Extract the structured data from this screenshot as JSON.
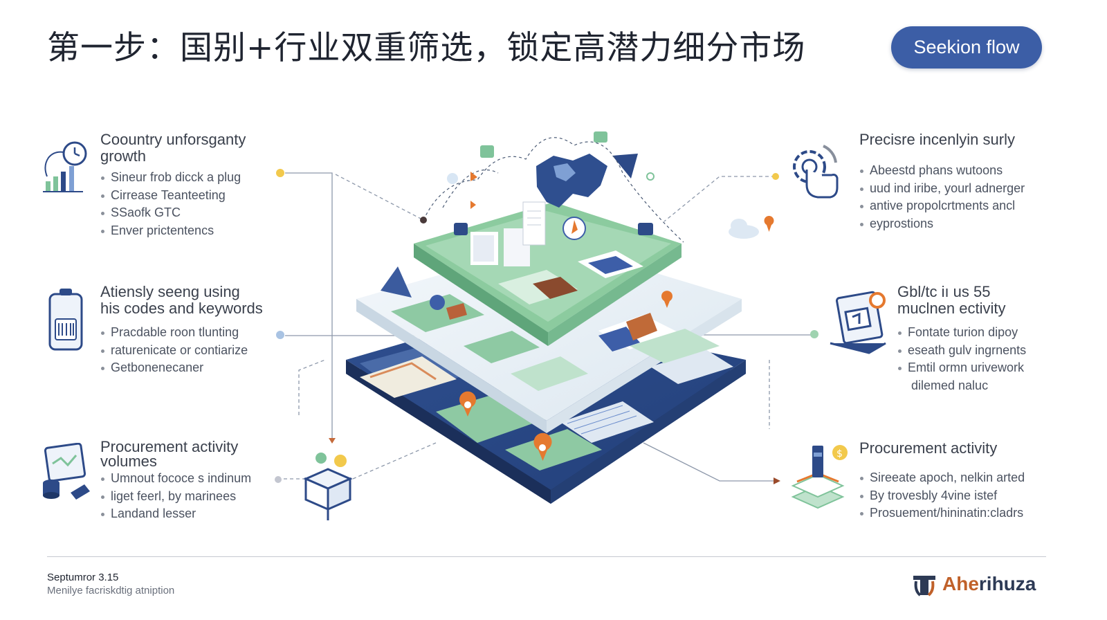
{
  "header": {
    "title": "第一步：国别+行业双重筛选，锁定高潜力细分市场",
    "flow_button": "Seekion flow"
  },
  "blocks": {
    "top_left": {
      "heading_line1": "Coountry unforsganty",
      "heading_line2": "growth",
      "items": [
        "Sineur frob dicck a plug",
        "Cirrease Teanteeting",
        "SSaofk GTC",
        "Enver prictentencs"
      ]
    },
    "mid_left": {
      "heading_line1": "Atiensly seeng using",
      "heading_line2": "his codes and keywords",
      "items": [
        "Pracdable roon tlunting",
        "raturenicate or contiarize",
        "Getbonenecaner"
      ]
    },
    "bot_left": {
      "heading_line1": "Procurement activity",
      "heading_line2": "volumes",
      "items": [
        "Umnout fococe s indinum",
        "liget feerl, by marinees",
        "Landand lesser"
      ]
    },
    "top_right": {
      "heading_line1": "Precisre incenlyin surly",
      "items": [
        "Abeestd phans wutoons",
        "uud ind iribe, yourl adnerger",
        "antive propolcrtments ancl",
        "eyprostions"
      ]
    },
    "mid_right": {
      "heading_line1": "Gbl/tc iı us 55",
      "heading_line2": "muclnen ectivity",
      "items": [
        "Fontate turion dipoy",
        "eseath gulv ingrnents",
        "Emtil ormn urivework"
      ],
      "items_cont": "dilemed naluc"
    },
    "bot_right": {
      "heading_line1": "Procurement activity",
      "items": [
        "Sireeate apoch, nelkin arted",
        "By trovesbly 4vine istef",
        "Prosuement/hininatin:cladrs"
      ]
    }
  },
  "footer": {
    "date": "Septumror 3.15",
    "subtitle": "Menilye facriskdtig atniption",
    "brand_a": "Ahe",
    "brand_b": "rihuza"
  },
  "colors": {
    "navy": "#2d4a88",
    "blue": "#3c5ea6",
    "green": "#7fc39a",
    "light_green": "#d6ede0",
    "orange": "#e5792f",
    "yellow": "#f2c94c"
  },
  "icons": {
    "top_left": "clock-chart-icon",
    "mid_left": "barcode-canister-icon",
    "bot_left": "monitor-database-icon",
    "top_right": "gear-hand-icon",
    "mid_right": "laptop-document-icon",
    "bot_right": "layered-stack-icon"
  }
}
